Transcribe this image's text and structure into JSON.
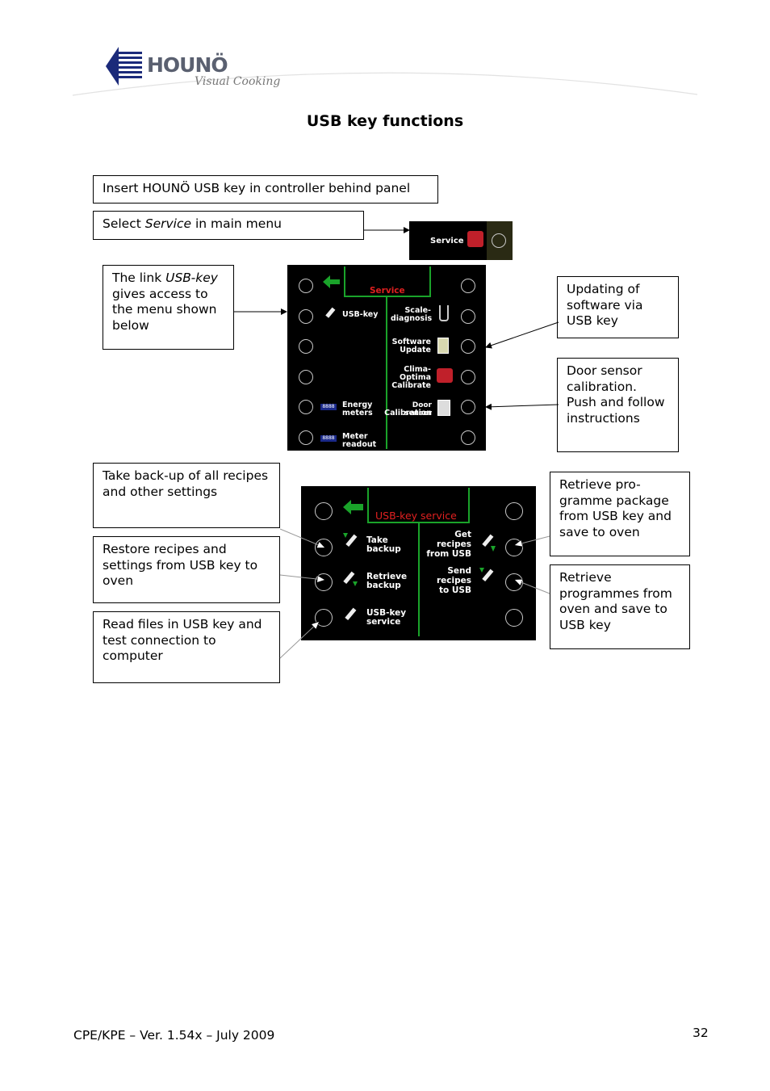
{
  "logo": {
    "brand": "HOUNÖ",
    "tagline": "Visual Cooking"
  },
  "title": "USB key functions",
  "steps": {
    "insert": "Insert HOUNÖ USB key in controller behind panel",
    "select_pre": "Select ",
    "select_em": "Service",
    "select_post": " in main menu"
  },
  "service_button": {
    "label": "Service"
  },
  "callouts": {
    "usb_link_pre": "The link ",
    "usb_link_em": "USB-key",
    "usb_link_post": " gives access to the menu shown below",
    "updating": "Updating of software via USB key",
    "door": "Door sensor calibration. Push and follow instructions",
    "backup": "Take back-up of all recipes and other settings",
    "restore": "Restore recipes and settings from USB key to oven",
    "readfiles": "Read files in USB key and test connection to computer",
    "retrieve_pkg": "Retrieve pro-gramme package from USB key and save to oven",
    "retrieve_prog": "Retrieve programmes from oven and save to USB key"
  },
  "service_screen": {
    "header": "Service",
    "left": [
      "USB-key",
      "Energy",
      "meters",
      "Meter",
      "readout"
    ],
    "right": [
      "Scale-",
      "diagnosis",
      "Software",
      "Update",
      "Clima-",
      "Optima",
      "Calibrate",
      "Door sensor",
      "Calibration"
    ],
    "counter": "8888"
  },
  "usb_screen": {
    "header": "USB-key service",
    "left": [
      "Take",
      "backup",
      "Retrieve",
      "backup",
      "USB-key",
      "service"
    ],
    "right": [
      "Get",
      "recipes",
      "from USB",
      "Send",
      "recipes",
      "to USB"
    ]
  },
  "footer": {
    "text": "CPE/KPE – Ver. 1.54x – July 2009",
    "page": "32"
  },
  "colors": {
    "accent_green": "#1aa32a",
    "header_red": "#e02020",
    "logo_blue": "#1b2a7a"
  }
}
